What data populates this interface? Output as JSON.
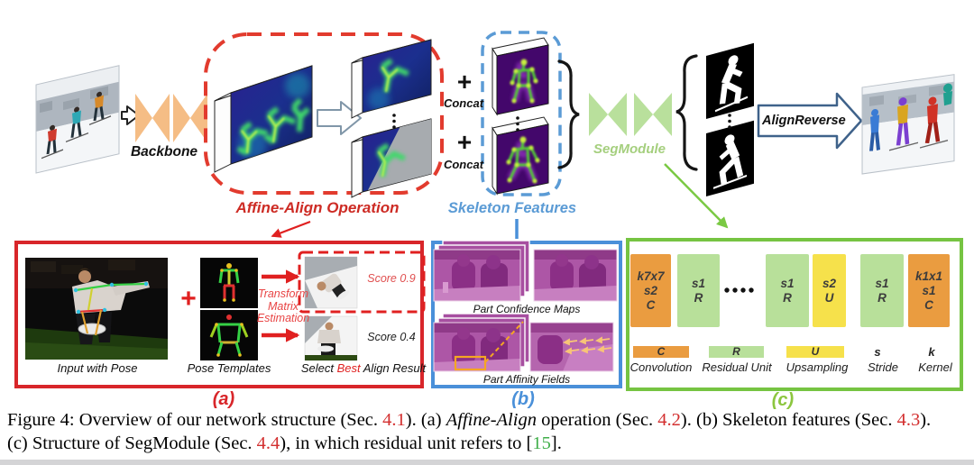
{
  "top": {
    "backbone": "Backbone",
    "affine_align": "Affine-Align Operation",
    "skeleton_features": "Skeleton Features",
    "segmodule": "SegModule",
    "alignreverse": "AlignReverse",
    "concat_top": {
      "plus": "+",
      "label": "Concat"
    },
    "concat_bottom": {
      "plus": "+",
      "label": "Concat"
    }
  },
  "panel_a": {
    "tag": "(a)",
    "input_caption": "Input with Pose",
    "plus": "+",
    "templates_caption": "Pose Templates",
    "transform_label": "Transform\nMatrix\nEstimation",
    "score_top": "Score 0.9",
    "score_bottom": "Score 0.4",
    "select_caption": {
      "prefix": "Select ",
      "highlight": "Best",
      "suffix": " Align Result"
    }
  },
  "panel_b": {
    "tag": "(b)",
    "caption_top": "Part Confidence Maps",
    "caption_bottom": "Part Affinity Fields"
  },
  "panel_c": {
    "tag": "(c)",
    "blocks": [
      {
        "type": "conv",
        "lines": [
          "k7x7",
          "s2",
          "C"
        ]
      },
      {
        "type": "res",
        "lines": [
          "s1",
          "R"
        ]
      },
      {
        "type": "res",
        "lines": [
          "s1",
          "R"
        ]
      },
      {
        "type": "up",
        "lines": [
          "s2",
          "U"
        ]
      },
      {
        "type": "res",
        "lines": [
          "s1",
          "R"
        ]
      },
      {
        "type": "conv",
        "lines": [
          "k1x1",
          "s1",
          "C"
        ]
      }
    ],
    "legend": [
      {
        "symbol": "C",
        "label": "Convolution"
      },
      {
        "symbol": "R",
        "label": "Residual Unit"
      },
      {
        "symbol": "U",
        "label": "Upsampling"
      },
      {
        "symbol": "s",
        "label": "Stride"
      },
      {
        "symbol": "k",
        "label": "Kernel"
      }
    ]
  },
  "caption": {
    "line1": [
      {
        "t": "Figure 4: Overview of our network structure (Sec. "
      },
      {
        "t": "4.1"
      },
      {
        "t": "). (a) "
      },
      {
        "t": "Affine-Align"
      },
      {
        "t": " operation (Sec. "
      },
      {
        "t": "4.2"
      },
      {
        "t": "). (b) Skeleton features (Sec. "
      },
      {
        "t": "4.3"
      },
      {
        "t": ")."
      }
    ],
    "line2": [
      {
        "t": "(c) Structure of SegModule (Sec. "
      },
      {
        "t": "4.4"
      },
      {
        "t": "), in which residual unit refers to ["
      },
      {
        "t": "15"
      },
      {
        "t": "]."
      }
    ]
  },
  "colors": {
    "affine_red": "#cd2b24",
    "panel_a_border": "#d8262a",
    "skeleton_blue": "#5b9bd5",
    "panel_b_border": "#4a90d9",
    "segmodule_green": "#a5cf7e",
    "panel_c_border": "#76c442",
    "panel_c_label": "#8cc63f",
    "conv_orange": "#ea9c40",
    "residual_green": "#b8e09a",
    "upsample_yellow": "#f6e14b",
    "backbone_peach": "#f6c28f",
    "score_red": "#e05050",
    "ref_red": "#d32f2f",
    "ref_green": "#3fae49",
    "arrow_red": "#e02020"
  }
}
